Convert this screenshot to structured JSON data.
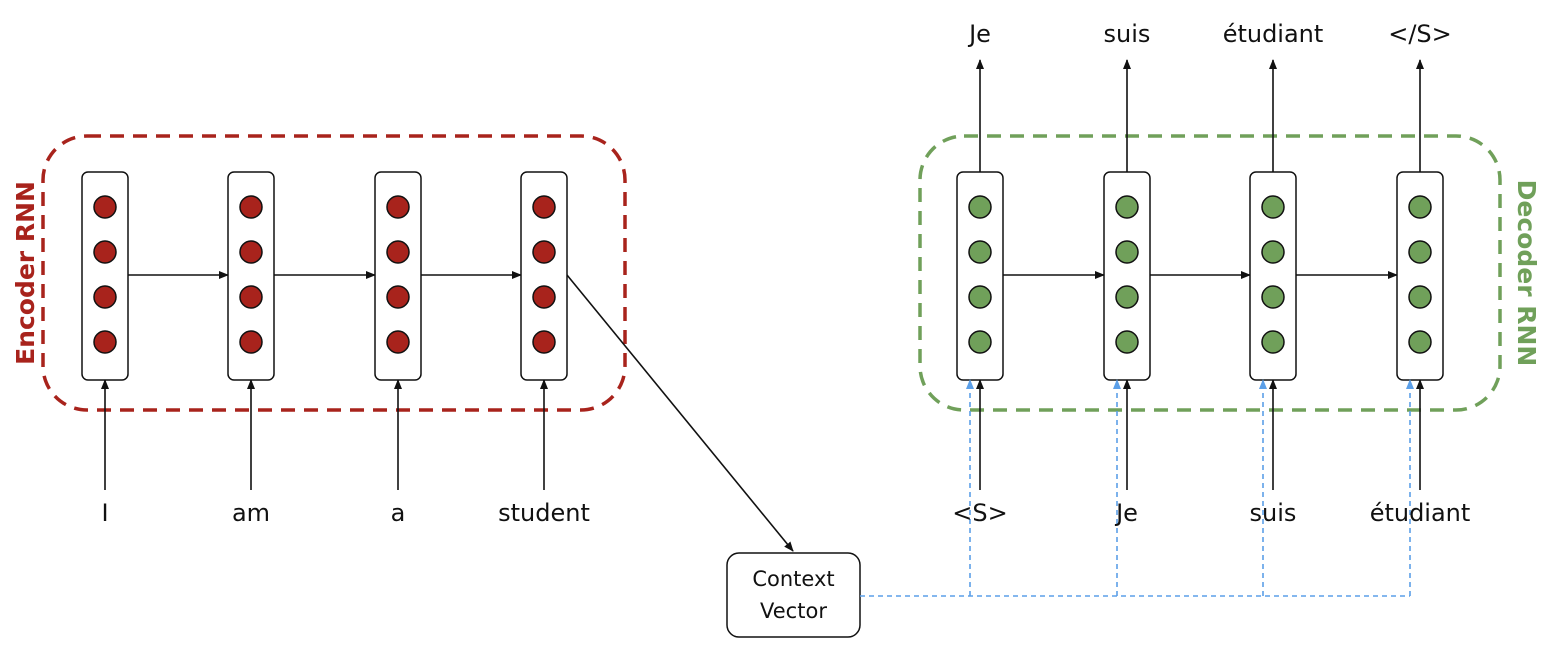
{
  "encoder": {
    "label": "Encoder RNN",
    "color": "#A8231C",
    "unit_color": "#A8231C",
    "inputs": [
      "I",
      "am",
      "a",
      "student"
    ]
  },
  "decoder": {
    "label": "Decoder RNN",
    "color": "#70A05A",
    "unit_color": "#70A05A",
    "inputs": [
      "<S>",
      "Je",
      "suis",
      "étudiant"
    ],
    "outputs": [
      "Je",
      "suis",
      "étudiant",
      "</S>"
    ]
  },
  "context": {
    "line1": "Context",
    "line2": "Vector",
    "link_color": "#5B9FE8"
  },
  "units_per_cell": 4
}
